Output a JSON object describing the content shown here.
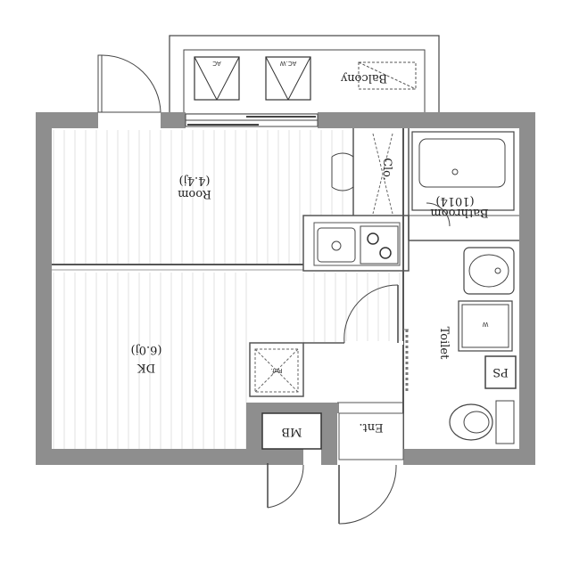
{
  "rooms": {
    "balcony": "Balcony",
    "room": "Room",
    "room_size": "(4.4j)",
    "dk": "DK",
    "dk_size": "(6.0j)",
    "closet": "Clo.",
    "bathroom": "Bathroom",
    "bathroom_size": "(1014)",
    "toilet": "Toilet",
    "refrigerator": "Ref.",
    "meter_box": "MB",
    "entrance": "Ent.",
    "pipe_space": "PS",
    "washer": "W"
  },
  "outdoor_units": {
    "unit_a": "AC",
    "unit_b": "AC.W"
  },
  "orientation": "rotated-180"
}
